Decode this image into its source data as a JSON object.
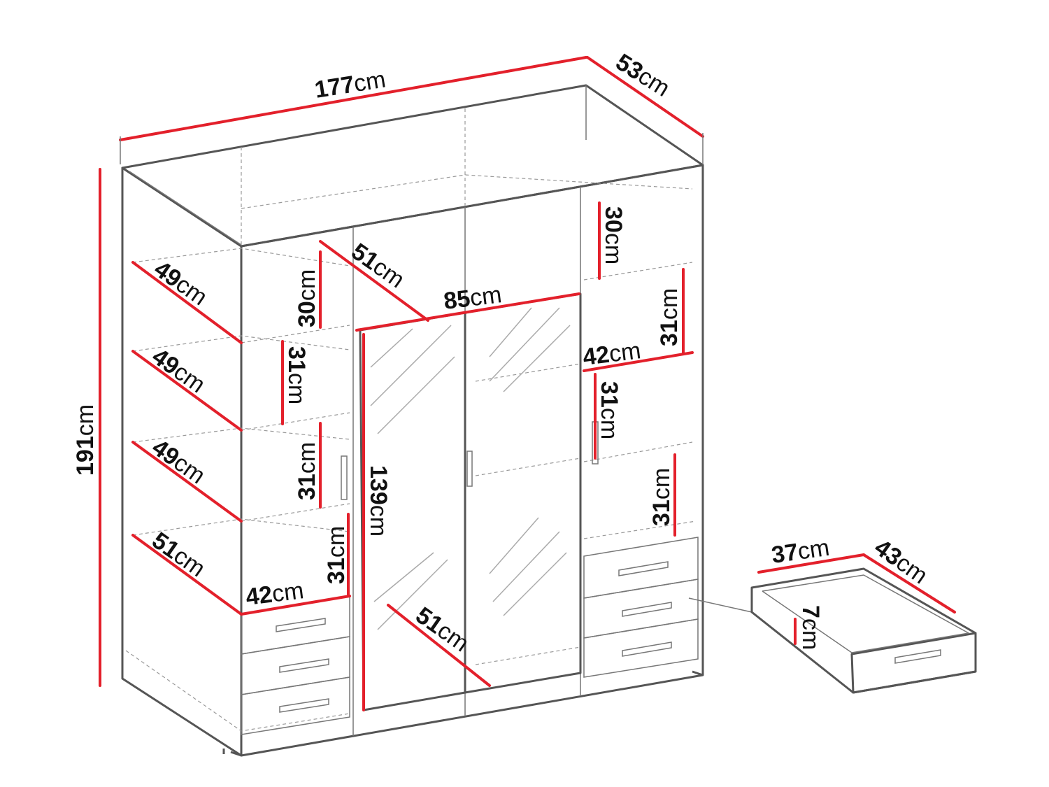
{
  "colors": {
    "dimension_line": "#e3202b",
    "outline": "#555555"
  },
  "dimensions": [
    {
      "id": "width",
      "num": "177",
      "unit": "cm"
    },
    {
      "id": "depth",
      "num": "53",
      "unit": "cm"
    },
    {
      "id": "height",
      "num": "191",
      "unit": "cm"
    },
    {
      "id": "left-shelf-1-depth",
      "num": "49",
      "unit": "cm"
    },
    {
      "id": "left-shelf-2-depth",
      "num": "49",
      "unit": "cm"
    },
    {
      "id": "left-shelf-3-depth",
      "num": "49",
      "unit": "cm"
    },
    {
      "id": "left-shelf-4-depth",
      "num": "51",
      "unit": "cm"
    },
    {
      "id": "left-compartment-width",
      "num": "42",
      "unit": "cm"
    },
    {
      "id": "left-gap-1",
      "num": "30",
      "unit": "cm"
    },
    {
      "id": "left-gap-2",
      "num": "31",
      "unit": "cm"
    },
    {
      "id": "left-gap-3",
      "num": "31",
      "unit": "cm"
    },
    {
      "id": "left-gap-4",
      "num": "31",
      "unit": "cm"
    },
    {
      "id": "middle-top-depth",
      "num": "51",
      "unit": "cm"
    },
    {
      "id": "middle-width",
      "num": "85",
      "unit": "cm"
    },
    {
      "id": "middle-height",
      "num": "139",
      "unit": "cm"
    },
    {
      "id": "middle-bottom-depth",
      "num": "51",
      "unit": "cm"
    },
    {
      "id": "right-gap-1",
      "num": "30",
      "unit": "cm"
    },
    {
      "id": "right-gap-2",
      "num": "31",
      "unit": "cm"
    },
    {
      "id": "right-compartment-width",
      "num": "42",
      "unit": "cm"
    },
    {
      "id": "right-gap-3",
      "num": "31",
      "unit": "cm"
    },
    {
      "id": "right-gap-4",
      "num": "31",
      "unit": "cm"
    },
    {
      "id": "drawer-width",
      "num": "37",
      "unit": "cm"
    },
    {
      "id": "drawer-depth",
      "num": "43",
      "unit": "cm"
    },
    {
      "id": "drawer-height",
      "num": "7",
      "unit": "cm"
    }
  ]
}
